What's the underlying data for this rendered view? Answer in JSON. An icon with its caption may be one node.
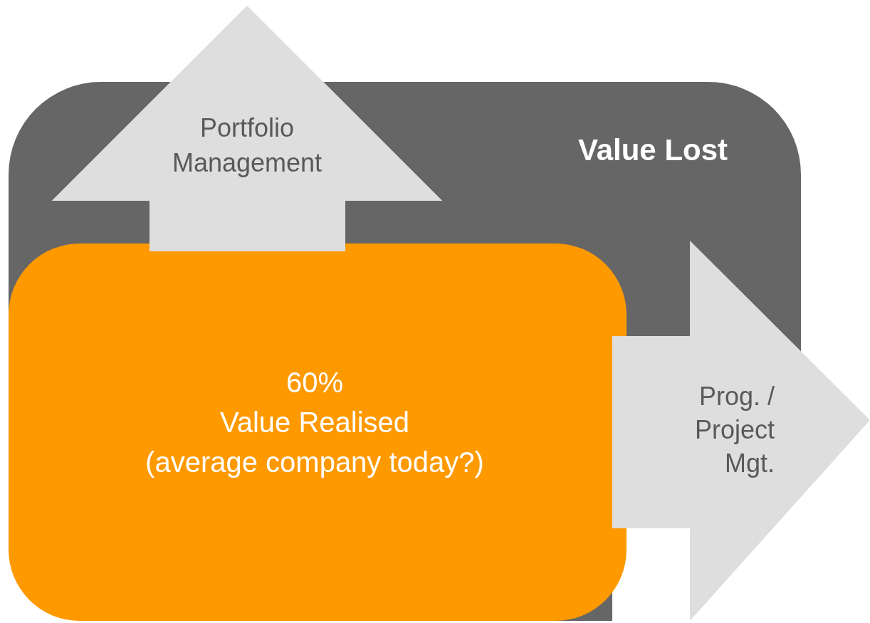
{
  "diagram": {
    "nodes": [
      {
        "text": [
          "Value Lost"
        ]
      },
      {
        "text": [
          "60%",
          "Value Realised",
          "(average company today?)"
        ],
        "in": 0
      },
      {
        "text": [
          "Portfolio Management"
        ]
      },
      {
        "text": [
          "Prog. / Project Mgt."
        ]
      }
    ]
  }
}
